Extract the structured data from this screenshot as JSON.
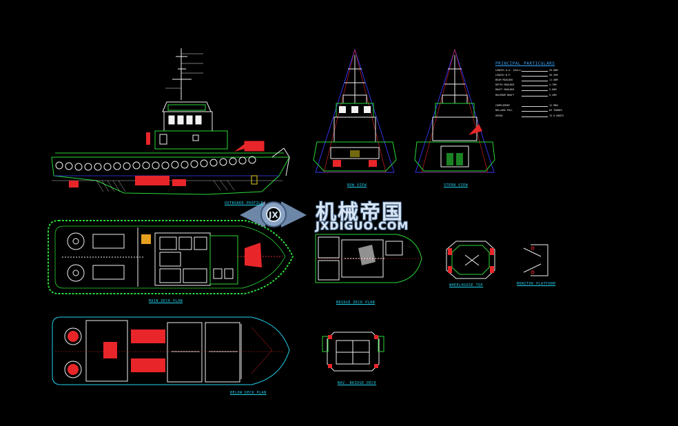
{
  "drawing": {
    "labels": {
      "outboard_profile": "OUTBOARD PROFILE",
      "bow_view": "BOW VIEW",
      "stern_view": "STERN VIEW",
      "main_deck_plan": "MAIN DECK PLAN",
      "bridge_deck_plan": "BRIDGE DECK PLAN",
      "wheelhouse_top": "WHEELHOUSE TOP",
      "monitor_platform": "MONITOR PLATFORM",
      "below_deck_plan": "BELOW DECK PLAN",
      "nav_bridge_deck": "NAV. BRIDGE DECK"
    },
    "principal_particulars": {
      "title": "PRINCIPAL PARTICULARS",
      "rows": [
        {
          "key": "LENGTH O.A. (HULL)",
          "value": "29.80M"
        },
        {
          "key": "LENGTH B.P.",
          "value": "26.95M"
        },
        {
          "key": "BEAM MOULDED",
          "value": "11.60M"
        },
        {
          "key": "DEPTH MOULDED",
          "value": "4.70M"
        },
        {
          "key": "DRAFT MOULDED",
          "value": "3.80M"
        },
        {
          "key": "MAXIMUM DRAFT",
          "value": "5.40M"
        },
        {
          "key": "COMPLEMENT",
          "value": "12 MEN"
        },
        {
          "key": "BOLLARD PULL",
          "value": "65 TONNES"
        },
        {
          "key": "SPEED",
          "value": "13.0 KNOTS"
        }
      ]
    },
    "watermark": {
      "chinese": "机械帝国",
      "site": "JXDIGUO.COM"
    },
    "colors": {
      "background": "#000000",
      "green": "#2bd93a",
      "white": "#f2f2f2",
      "red": "#e8262a",
      "cyan": "#22d3f0",
      "blue": "#3a3aff",
      "yellow": "#e6d21e"
    }
  }
}
